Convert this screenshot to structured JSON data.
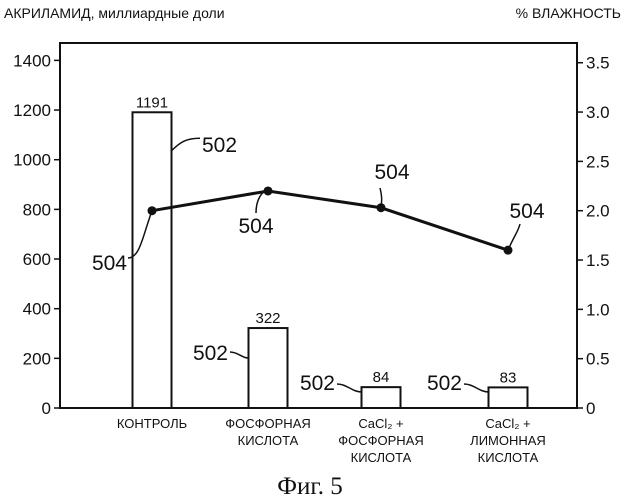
{
  "figure_caption": "Фиг. 5",
  "chart_data": {
    "type": "bar",
    "ylabel_left": "АКРИЛАМИД, миллиардные доли",
    "ylabel_right": "% ВЛАЖНОСТЬ",
    "categories": [
      [
        "КОНТРОЛЬ"
      ],
      [
        "ФОСФОРНАЯ",
        "КИСЛОТА"
      ],
      [
        "CaCl₂ +",
        "ФОСФОРНАЯ",
        "КИСЛОТА"
      ],
      [
        "CaCl₂ +",
        "ЛИМОННАЯ",
        "КИСЛОТА"
      ]
    ],
    "left_axis": {
      "ylim": [
        0,
        1470
      ],
      "ticks": [
        0,
        200,
        400,
        600,
        800,
        1000,
        1200,
        1400
      ]
    },
    "right_axis": {
      "ylim": [
        0,
        3.7
      ],
      "ticks": [
        "0",
        "0.5",
        "1.0",
        "1.5",
        "2.0",
        "2.5",
        "3.0",
        "3.5"
      ]
    },
    "grid": false,
    "series": [
      {
        "kind": "bar",
        "axis": "left",
        "values": [
          1191,
          322,
          84,
          83
        ],
        "value_labels": [
          "1191",
          "322",
          "84",
          "83"
        ],
        "ref_label": "502"
      },
      {
        "kind": "line",
        "axis": "right",
        "values": [
          2.0,
          2.2,
          2.03,
          1.6
        ],
        "ref_label": "504"
      }
    ],
    "annotations": [
      "502",
      "502",
      "502",
      "502",
      "504",
      "504",
      "504",
      "504"
    ]
  },
  "colors": {
    "ink": "#111111",
    "background": "#ffffff"
  }
}
